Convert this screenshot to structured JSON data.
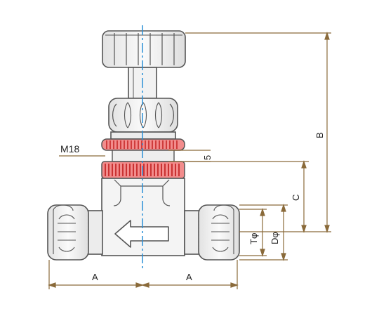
{
  "labels": {
    "thread": "M18",
    "gap": "5",
    "dim_a_left": "A",
    "dim_a_right": "A",
    "dim_b": "B",
    "dim_c": "C",
    "dim_t": "Tφ",
    "dim_d": "Dφ"
  },
  "colors": {
    "outline": "#555555",
    "dimension": "#8a6a3a",
    "body_fill": "#f4f4f4",
    "fitting_fill": "#f0f0f0",
    "ring_fill": "#f28c8c",
    "ring_stripe": "#c62828",
    "ring_light": "#f7b4b4",
    "centerline": "#2a8fd6"
  },
  "icons": {
    "flow_arrow": "arrow-left-icon"
  }
}
